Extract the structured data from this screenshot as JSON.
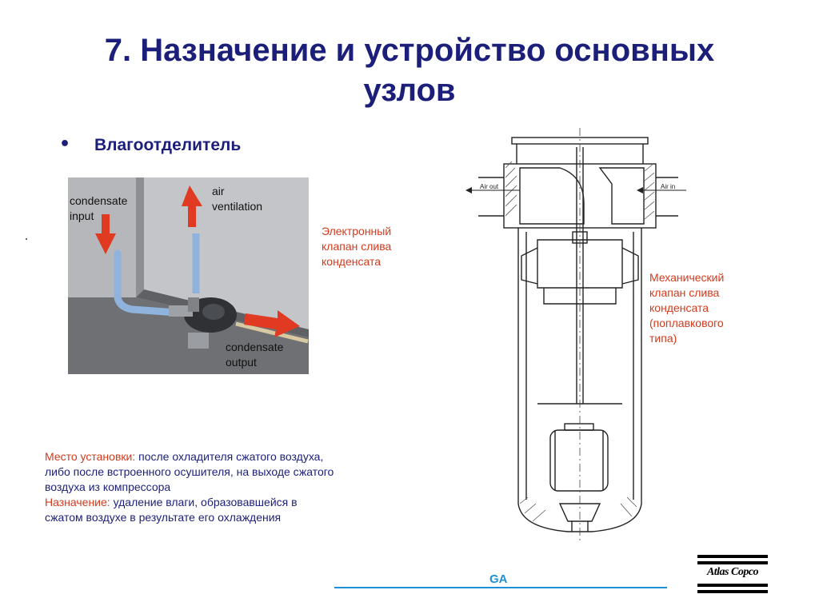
{
  "slide": {
    "title_line1": "7. Назначение и устройство основных",
    "title_line2": "узлов",
    "bullet": "•",
    "bullet_text": "Влагоотделитель"
  },
  "photo": {
    "labels": {
      "condensate_input_1": "condensate",
      "condensate_input_2": "input",
      "air_ventilation_1": "air",
      "air_ventilation_2": "ventilation",
      "condensate_output_1": "condensate",
      "condensate_output_2": "output"
    }
  },
  "notes": {
    "electronic_1": "Электронный",
    "electronic_2": "клапан слива",
    "electronic_3": "конденсата",
    "mechanical_1": "Механический",
    "mechanical_2": "клапан слива",
    "mechanical_3": "конденсата",
    "mechanical_4": "(поплавкового",
    "mechanical_5": "типа)"
  },
  "info": {
    "install_label": "Место установки:",
    "install_text_1": "после охладителя сжатого воздуха,",
    "install_text_2": "либо после встроенного осушителя, на выходе сжатого",
    "install_text_3": "воздуха из компрессора",
    "purpose_label": "Назначение:",
    "purpose_text_1": "удаление влаги, образовавшейся в",
    "purpose_text_2": "сжатом воздухе в результате его охлаждения"
  },
  "drawing": {
    "air_out": "Air out",
    "air_in": "Air in"
  },
  "footer": {
    "ga": "GA",
    "logo": "Atlas Copco"
  },
  "colors": {
    "title": "#1b1f7a",
    "note_red": "#d23a1c",
    "footer_blue": "#1f8fd6"
  }
}
